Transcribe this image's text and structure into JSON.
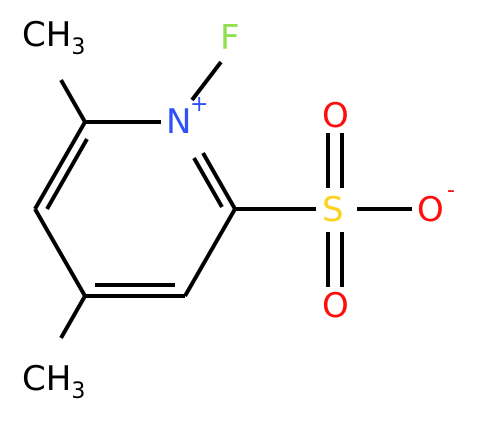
{
  "molecule": {
    "atoms": {
      "methyl_top": {
        "symbol": "CH",
        "subscript": "3"
      },
      "fluorine": {
        "symbol": "F"
      },
      "nitrogen": {
        "symbol": "N",
        "charge": "+"
      },
      "sulfur": {
        "symbol": "S"
      },
      "oxygen_top": {
        "symbol": "O"
      },
      "oxygen_right": {
        "symbol": "O",
        "charge": "-"
      },
      "oxygen_bottom": {
        "symbol": "O"
      },
      "methyl_bottom": {
        "symbol": "CH",
        "subscript": "3"
      }
    },
    "colors": {
      "carbon": "#000000",
      "nitrogen": "#3050F8",
      "fluorine": "#90E050",
      "sulfur": "#FFD11F",
      "oxygen": "#FF0D0D",
      "bond": "#000000"
    }
  }
}
